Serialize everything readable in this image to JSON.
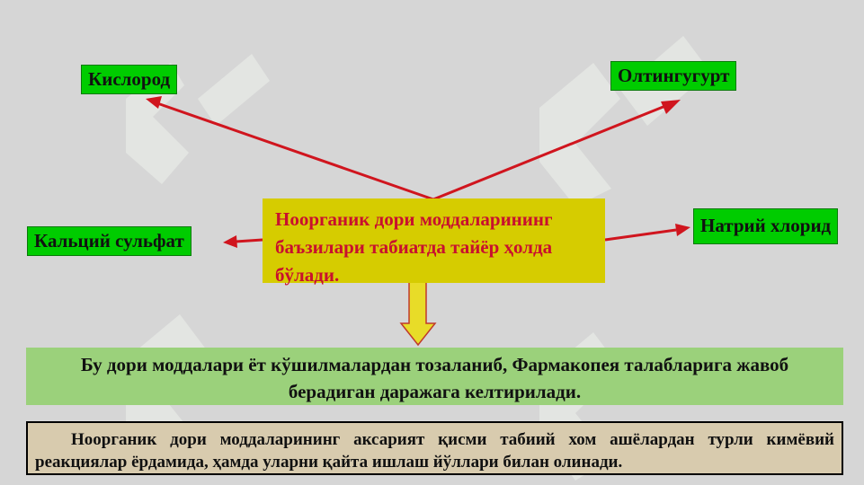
{
  "colors": {
    "background": "#d6d6d6",
    "green_box": "#00cc00",
    "center_box": "#d6cc00",
    "center_text": "#c8102e",
    "arrow_red": "#d0151e",
    "down_arrow": "#e8dc28",
    "green_band": "#9bd17b",
    "bottom_box": "#d8cbae"
  },
  "diagram": {
    "center_text": "Ноорганик дори моддаларининг баъзилари табиатда тайёр ҳолда бўлади.",
    "nodes": {
      "kislorod": "Кислород",
      "oltingugurt": "Олтингугурт",
      "kalciy_sulfat": "Кальций сульфат",
      "natriy_xlorid": "Натрий хлорид"
    },
    "result_text": "Бу дори моддалари ёт кўшилмалардан тозаланиб, Фармакопея талабларига жавоб берадиган даражага келтирилади.",
    "bottom_text": "Ноорганик дори моддаларининг аксарият қисми табиий хом ашёлардан турли кимёвий реакциялар ёрдамида, ҳамда уларни қайта ишлаш йўллари билан олинади."
  }
}
